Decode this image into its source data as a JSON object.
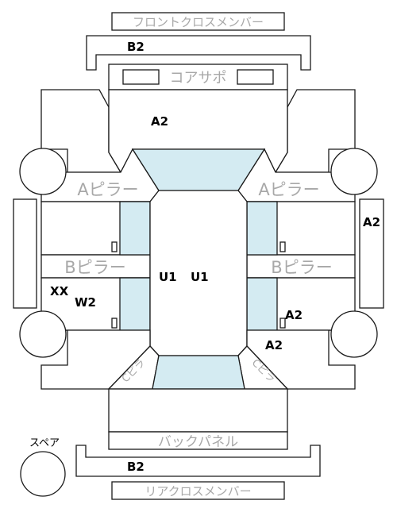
{
  "labels": {
    "front_cross_member": "フロントクロスメンバー",
    "rear_cross_member": "リアクロスメンバー",
    "core_support": "コアサポ",
    "a_pillar_left": "Aピラー",
    "a_pillar_right": "Aピラー",
    "b_pillar_left": "Bピラー",
    "b_pillar_right": "Bピラー",
    "back_panel": "バックパネル",
    "spare": "スペア",
    "c_pillar_left": "Cピラ",
    "c_pillar_right": "Cピラ"
  },
  "codes": {
    "b2_front": "B2",
    "a2_hood": "A2",
    "a2_right_edge": "A2",
    "u1_left": "U1",
    "u1_right": "U1",
    "xx": "XX",
    "w2": "W2",
    "a2_rear_right_1": "A2",
    "a2_rear_right_2": "A2",
    "b2_rear": "B2"
  },
  "colors": {
    "glass": "#d4ebf2",
    "outline": "#1a1a1a",
    "label_gray": "#a8a8a8"
  }
}
